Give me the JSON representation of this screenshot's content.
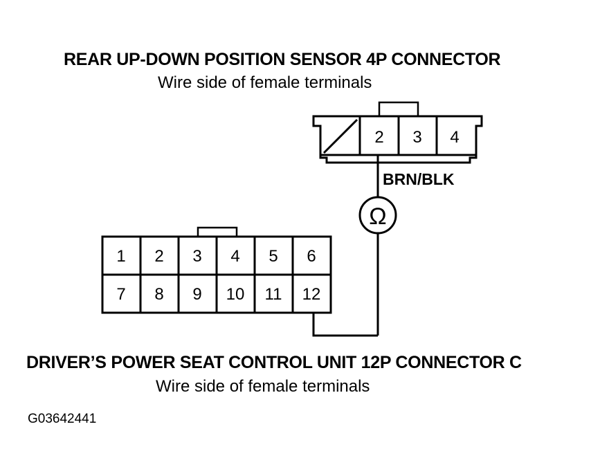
{
  "sensor_connector": {
    "title": "REAR UP-DOWN POSITION SENSOR 4P CONNECTOR",
    "subtitle": "Wire side of female terminals",
    "terminals": [
      "2",
      "3",
      "4"
    ]
  },
  "wire": {
    "color_label": "BRN/BLK",
    "meter_symbol": "Ω"
  },
  "control_unit_connector": {
    "title": "DRIVER’S POWER SEAT CONTROL UNIT 12P CONNECTOR C",
    "subtitle": "Wire side of female terminals",
    "row1": [
      "1",
      "2",
      "3",
      "4",
      "5",
      "6"
    ],
    "row2": [
      "7",
      "8",
      "9",
      "10",
      "11",
      "12"
    ]
  },
  "figure_code": "G03642441"
}
